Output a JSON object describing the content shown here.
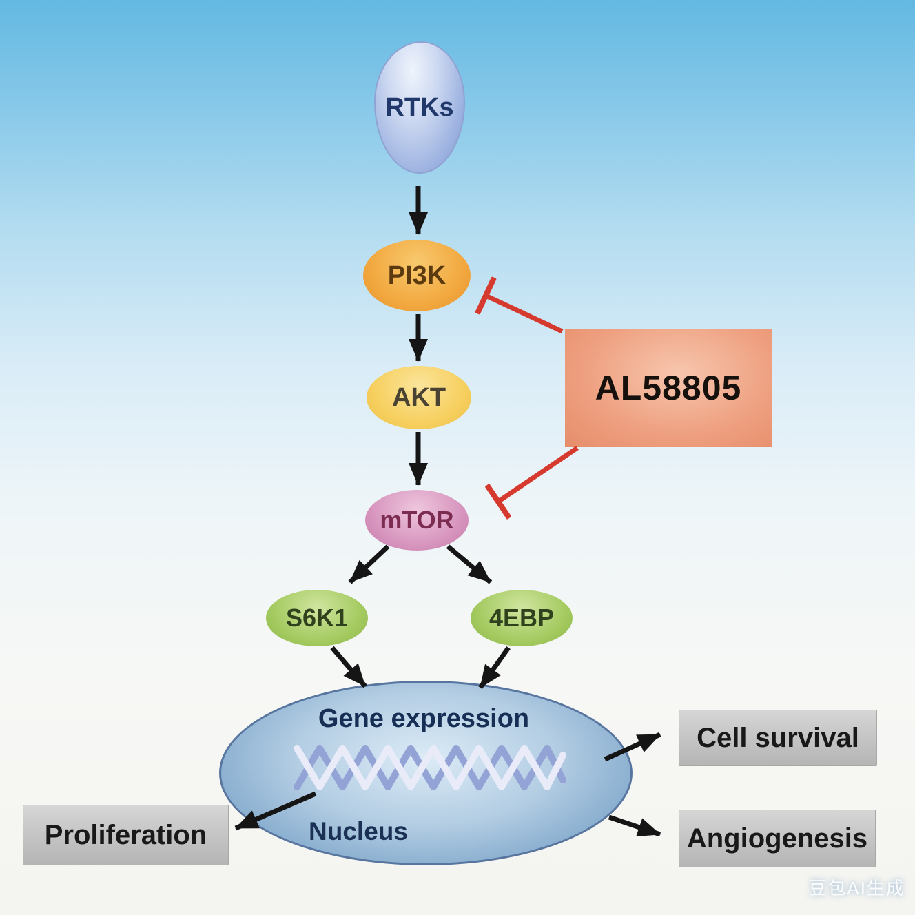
{
  "nodes": {
    "rtks": {
      "label": "RTKs"
    },
    "pi3k": {
      "label": "PI3K"
    },
    "akt": {
      "label": "AKT"
    },
    "mtor": {
      "label": "mTOR"
    },
    "s6k1": {
      "label": "S6K1"
    },
    "fourebp": {
      "label": "4EBP"
    }
  },
  "inhibitor": {
    "label": "AL58805"
  },
  "nucleus": {
    "heading": "Gene expression",
    "label": "Nucleus"
  },
  "outputs": {
    "cell_survival": {
      "label": "Cell survival"
    },
    "angiogenesis": {
      "label": "Angiogenesis"
    },
    "proliferation": {
      "label": "Proliferation"
    }
  },
  "edges": [
    {
      "from": "RTKs",
      "to": "PI3K",
      "type": "activation"
    },
    {
      "from": "PI3K",
      "to": "AKT",
      "type": "activation"
    },
    {
      "from": "AKT",
      "to": "mTOR",
      "type": "activation"
    },
    {
      "from": "mTOR",
      "to": "S6K1",
      "type": "activation"
    },
    {
      "from": "mTOR",
      "to": "4EBP",
      "type": "activation"
    },
    {
      "from": "S6K1",
      "to": "Nucleus",
      "type": "activation"
    },
    {
      "from": "4EBP",
      "to": "Nucleus",
      "type": "activation"
    },
    {
      "from": "AL58805",
      "to": "PI3K",
      "type": "inhibition"
    },
    {
      "from": "AL58805",
      "to": "mTOR",
      "type": "inhibition"
    },
    {
      "from": "Nucleus",
      "to": "Cell survival",
      "type": "activation"
    },
    {
      "from": "Nucleus",
      "to": "Angiogenesis",
      "type": "activation"
    },
    {
      "from": "Nucleus",
      "to": "Proliferation",
      "type": "activation"
    }
  ],
  "colors": {
    "background_top": "#63b9e2",
    "rtks": "#9fb4e1",
    "pi3k": "#f2a83f",
    "akt": "#f6cf5e",
    "mtor": "#d795be",
    "s6k_green": "#a4ca60",
    "inhibitor_box": "#ee9f7f",
    "inhibition_line": "#d63a2f",
    "arrow": "#151515",
    "nucleus": "#b3cde3",
    "output_box": "#c3c3c3"
  },
  "watermark": {
    "text": "豆包AI生成"
  }
}
